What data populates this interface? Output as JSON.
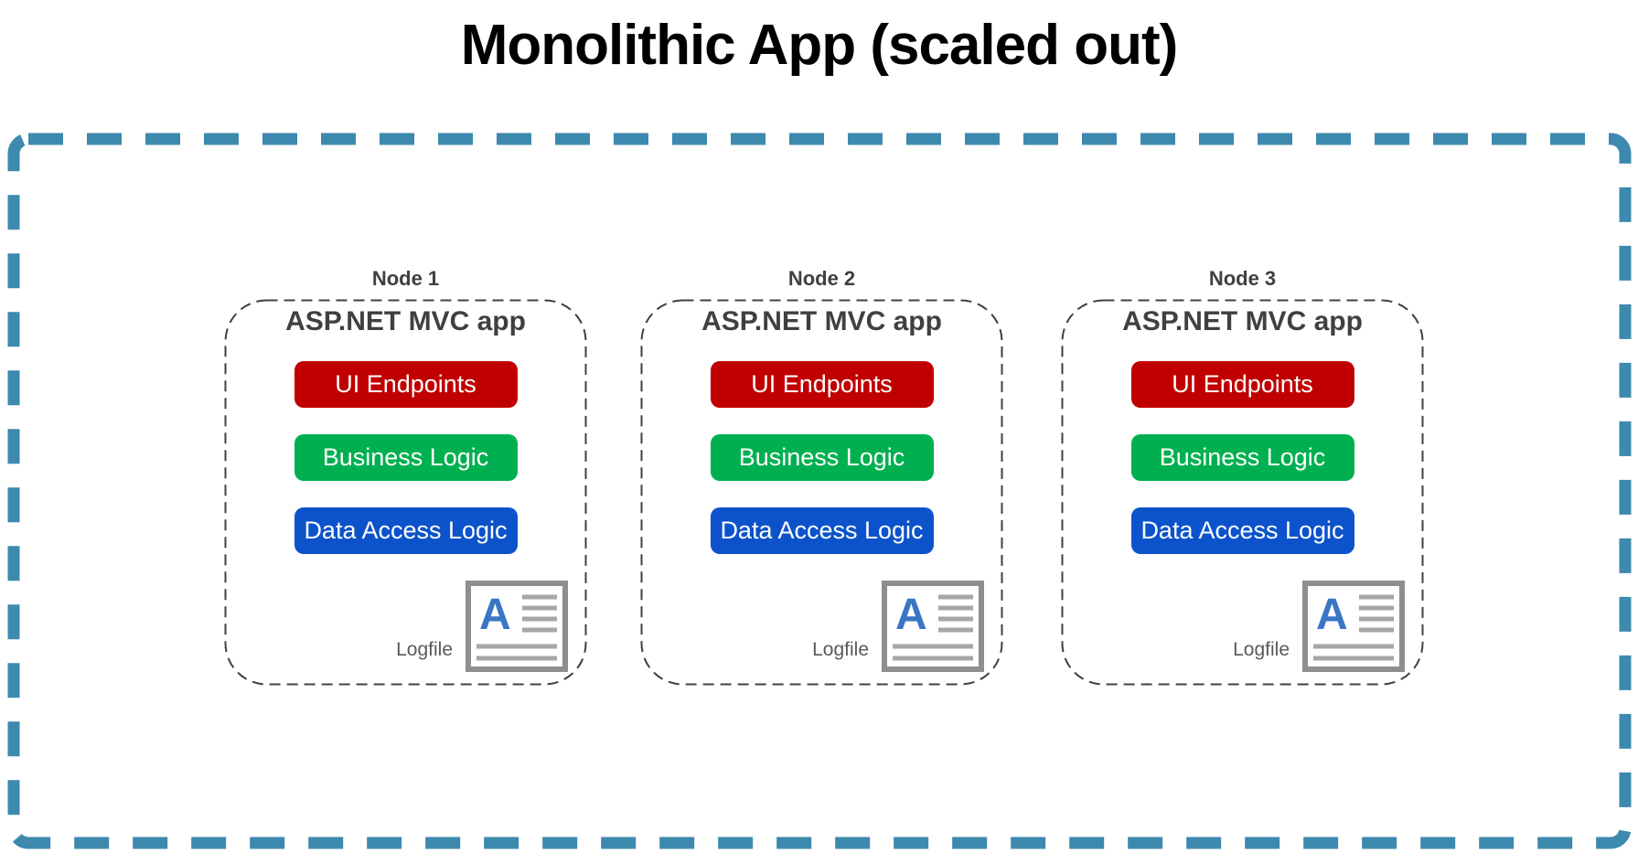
{
  "title": "Monolithic App (scaled out)",
  "colors": {
    "outer_border": "#3E89AE",
    "node_border": "#404040",
    "heading_text": "#404040",
    "ui_endpoints": "#C00000",
    "business_logic": "#00B050",
    "data_access": "#0C53CB",
    "logfile_text": "#595959",
    "logfile_icon_border": "#8E8E8E",
    "logfile_icon_lines": "#A6A6A6",
    "logfile_icon_letter": "#3A76C4"
  },
  "nodes": [
    {
      "label": "Node 1",
      "app_title": "ASP.NET MVC app",
      "layers": [
        "UI Endpoints",
        "Business Logic",
        "Data Access Logic"
      ],
      "logfile_label": "Logfile"
    },
    {
      "label": "Node 2",
      "app_title": "ASP.NET MVC app",
      "layers": [
        "UI Endpoints",
        "Business Logic",
        "Data Access Logic"
      ],
      "logfile_label": "Logfile"
    },
    {
      "label": "Node 3",
      "app_title": "ASP.NET MVC app",
      "layers": [
        "UI Endpoints",
        "Business Logic",
        "Data Access Logic"
      ],
      "logfile_label": "Logfile"
    }
  ]
}
